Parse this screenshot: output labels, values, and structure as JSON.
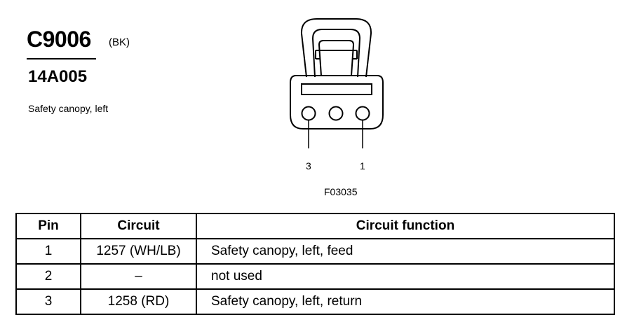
{
  "connector": {
    "id": "C9006",
    "color_code": "(BK)",
    "part_number": "14A005",
    "description": "Safety canopy, left"
  },
  "diagram": {
    "pin_labels": [
      "3",
      "1"
    ],
    "figure_code": "F03035"
  },
  "table": {
    "headers": [
      "Pin",
      "Circuit",
      "Circuit function"
    ],
    "rows": [
      [
        "1",
        "1257 (WH/LB)",
        "Safety canopy, left, feed"
      ],
      [
        "2",
        "–",
        "not used"
      ],
      [
        "3",
        "1258 (RD)",
        "Safety canopy, left, return"
      ]
    ]
  }
}
